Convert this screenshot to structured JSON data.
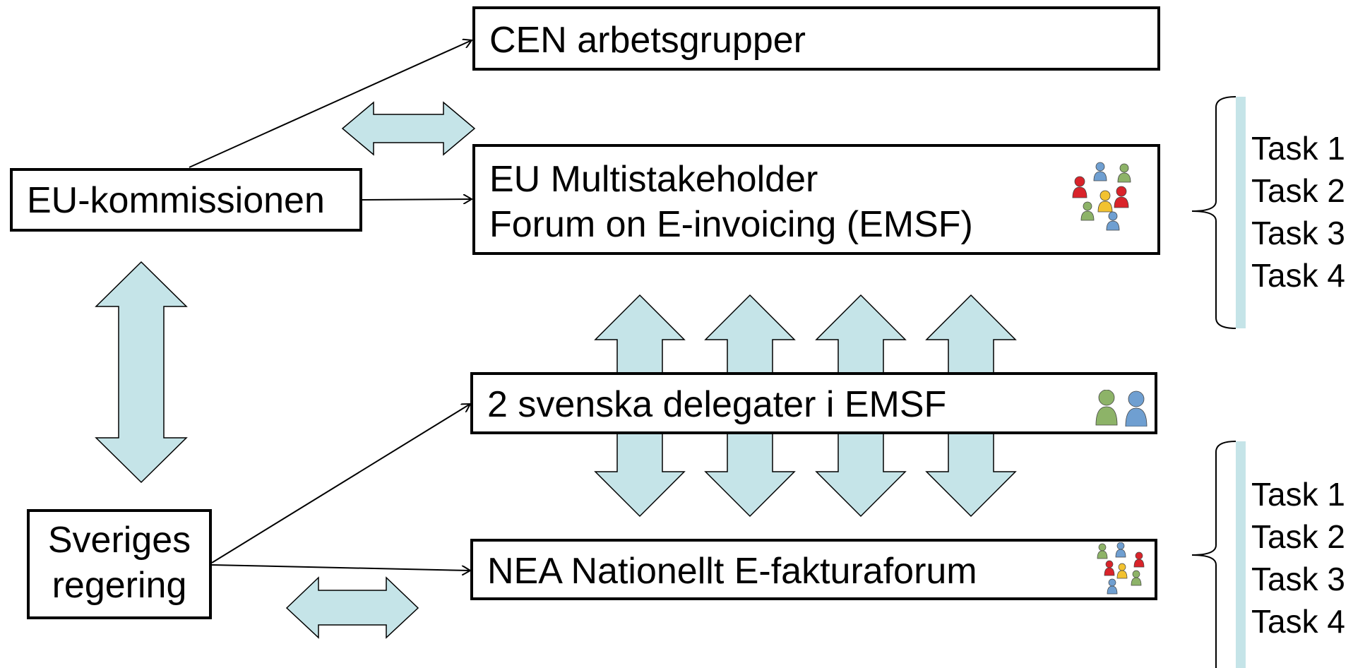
{
  "diagram": {
    "nodes": {
      "eu_kommissionen": "EU-kommissionen",
      "sveriges_regering": {
        "line1": "Sveriges",
        "line2": "regering"
      },
      "cen": "CEN arbetsgrupper",
      "emsf": {
        "line1": "EU Multistakeholder",
        "line2": "Forum on E-invoicing (EMSF)"
      },
      "delegater": "2 svenska delegater i EMSF",
      "nea": "NEA Nationellt E-fakturaforum"
    },
    "task_groups": [
      {
        "tasks": [
          "Task 1",
          "Task 2",
          "Task 3",
          "Task 4"
        ]
      },
      {
        "tasks": [
          "Task 1",
          "Task 2",
          "Task 3",
          "Task 4"
        ]
      }
    ],
    "colors": {
      "arrow_fill": "#c5e4e8",
      "border": "#000000",
      "person_red": "#d9232a",
      "person_blue": "#6f9fd1",
      "person_green": "#8db368",
      "person_yellow": "#f2c230"
    },
    "icons": [
      "people-group-icon",
      "two-people-icon"
    ]
  }
}
